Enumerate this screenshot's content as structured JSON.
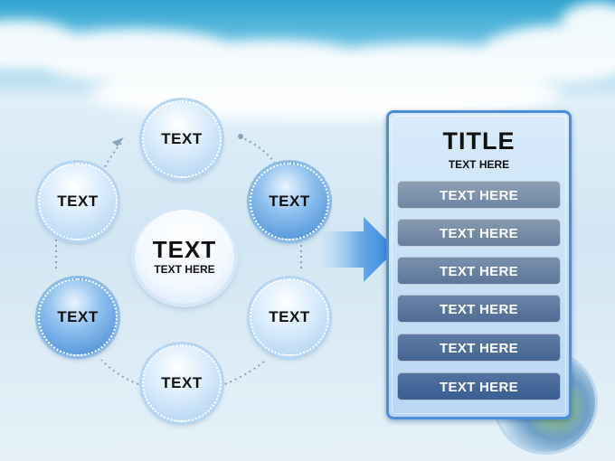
{
  "diagram": {
    "center": {
      "title": "TEXT",
      "subtitle": "TEXT HERE"
    },
    "nodes": [
      {
        "id": "top",
        "label": "TEXT"
      },
      {
        "id": "upper-right",
        "label": "TEXT"
      },
      {
        "id": "lower-right",
        "label": "TEXT"
      },
      {
        "id": "bottom",
        "label": "TEXT"
      },
      {
        "id": "lower-left",
        "label": "TEXT"
      },
      {
        "id": "upper-left",
        "label": "TEXT"
      }
    ]
  },
  "panel": {
    "title": "TITLE",
    "subtitle": "TEXT HERE",
    "items": [
      "TEXT HERE",
      "TEXT HERE",
      "TEXT HERE",
      "TEXT HERE",
      "TEXT HERE",
      "TEXT HERE"
    ]
  },
  "colors": {
    "sky_top": "#2fa3cf",
    "node_light": "#cfe4fa",
    "node_dark": "#4f93d8",
    "panel_border": "#4c8ed8",
    "item_top": "#7b8fa7",
    "item_bottom": "#3a5e92",
    "arrow": "#2f83d6"
  }
}
